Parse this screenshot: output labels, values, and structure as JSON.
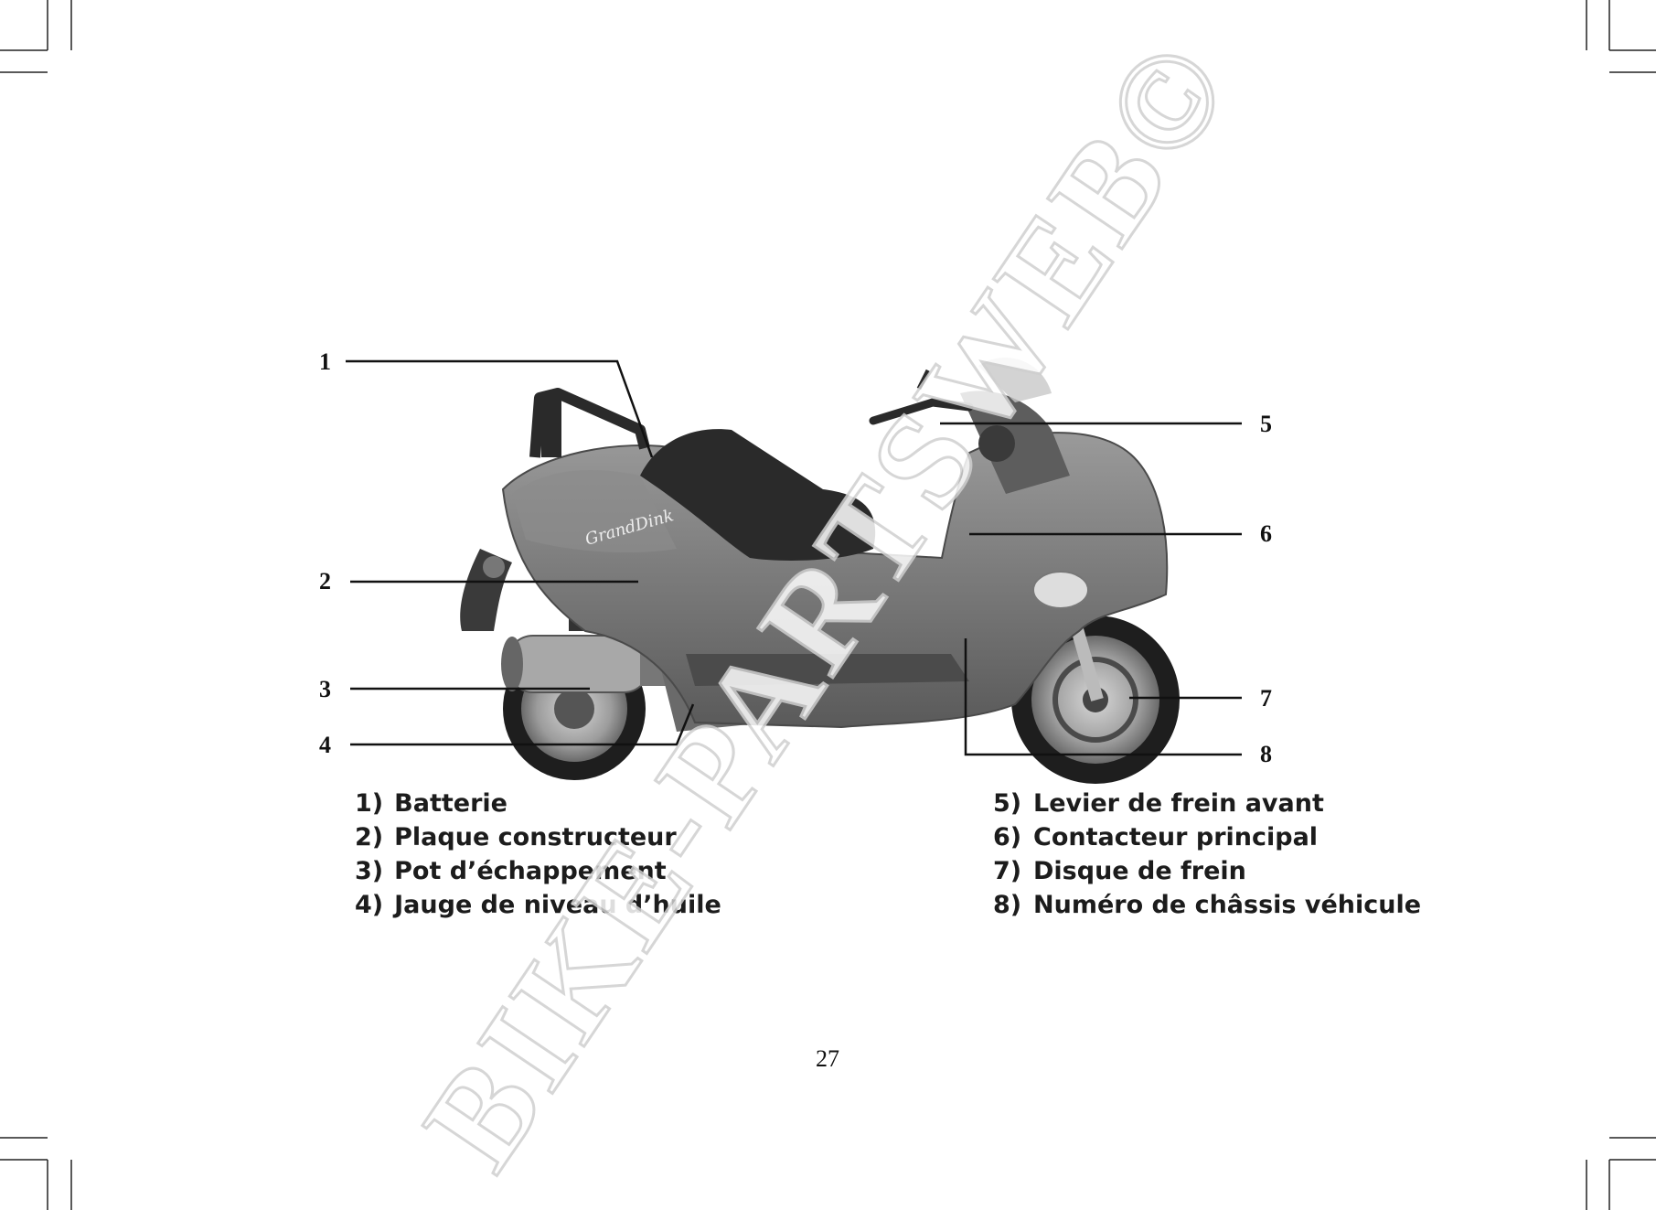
{
  "callouts": [
    {
      "number": "1",
      "label": "Batterie"
    },
    {
      "number": "2",
      "label": "Plaque constructeur"
    },
    {
      "number": "3",
      "label": "Pot d’échappement"
    },
    {
      "number": "4",
      "label": "Jauge de niveau d’huile"
    },
    {
      "number": "5",
      "label": "Levier de frein avant"
    },
    {
      "number": "6",
      "label": "Contacteur principal"
    },
    {
      "number": "7",
      "label": "Disque de frein"
    },
    {
      "number": "8",
      "label": "Numéro de châssis véhicule"
    }
  ],
  "legend_left": [
    {
      "no": "1)",
      "text": "Batterie"
    },
    {
      "no": "2)",
      "text": "Plaque constructeur"
    },
    {
      "no": "3)",
      "text": "Pot d’échappement"
    },
    {
      "no": "4)",
      "text": "Jauge de niveau d’huile"
    }
  ],
  "legend_right": [
    {
      "no": "5)",
      "text": "Levier de frein avant"
    },
    {
      "no": "6)",
      "text": "Contacteur principal"
    },
    {
      "no": "7)",
      "text": "Disque de frein"
    },
    {
      "no": "8)",
      "text": "Numéro de châssis véhicule"
    }
  ],
  "bodywork_text": "GrandDink",
  "page_number": "27",
  "watermark": "BIKE-PARTSWEB©",
  "colors": {
    "ink": "#111111",
    "body_paint": "#7a7a7a",
    "tyre": "#1e1e1e",
    "watermark_outline": "#cfcfcf"
  }
}
